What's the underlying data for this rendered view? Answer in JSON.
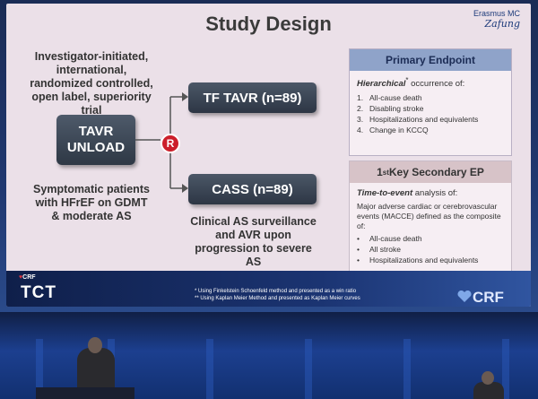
{
  "slide": {
    "title": "Study Design",
    "logo": {
      "institution": "Erasmus MC",
      "signature": "Zafung"
    },
    "design": [
      "Investigator-initiated,",
      "international,",
      "randomized controlled,",
      "open label, superiority",
      "trial"
    ],
    "trial_name": [
      "TAVR",
      "UNLOAD"
    ],
    "population": [
      "Symptomatic patients",
      "with HFrEF on GDMT",
      "& moderate AS"
    ],
    "randomization_badge": "R",
    "arms": [
      {
        "label": "TF TAVR (n=89)"
      },
      {
        "label": "CASS (n=89)"
      }
    ],
    "cass_description": [
      "Clinical AS surveillance",
      "and AVR upon",
      "progression to severe",
      "AS"
    ],
    "primary_endpoint": {
      "header": "Primary Endpoint",
      "intro_emph": "Hierarchical",
      "intro_mark": "*",
      "intro_rest": " occurrence of:",
      "items": [
        {
          "num": "1.",
          "text": "All-cause death"
        },
        {
          "num": "2.",
          "text": "Disabling stroke"
        },
        {
          "num": "3.",
          "text": "Hospitalizations and equivalents"
        },
        {
          "num": "4.",
          "text": "Change in KCCQ"
        }
      ]
    },
    "secondary_endpoint": {
      "header_prefix": "1",
      "header_sup": "st",
      "header_rest": " Key Secondary EP",
      "intro_emph": "Time-to-event",
      "intro_rest": " analysis of:",
      "description": "Major adverse cardiac or cerebrovascular events (MACCE) defined as the composite of:",
      "items": [
        "All-cause death",
        "All stroke",
        "Hospitalizations and equivalents"
      ]
    },
    "footer": {
      "crf_small": "CRF",
      "tct": "TCT",
      "footnotes": [
        "* Using Finkelstein Schoenfeld method and presented as a win ratio",
        "** Using Kaplan Meier Method and presented as Kaplan Meier curves"
      ],
      "crf_logo": "CRF"
    }
  },
  "colors": {
    "accent_red": "#cc1f2b",
    "primary_header": "#8fa3c9",
    "secondary_header": "#d7c3c8",
    "box_dark": "#2d3644"
  }
}
